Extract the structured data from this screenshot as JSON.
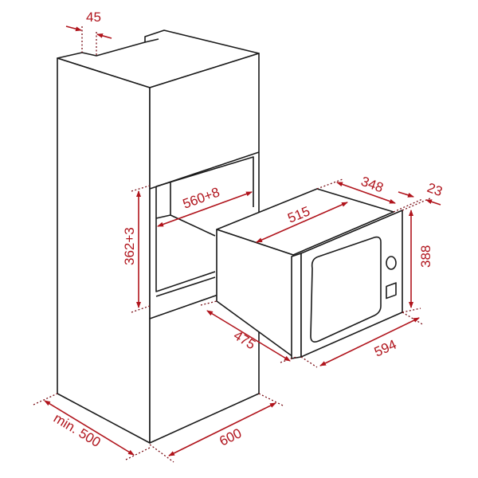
{
  "diagram": {
    "type": "technical-installation-drawing",
    "subject": "built-in microwave in tall cabinet",
    "colors": {
      "outline": "#1a1a1a",
      "dimension": "#b0141c",
      "background": "#ffffff"
    },
    "dimensions": {
      "cabinet_rear_gap": "45",
      "niche_width": "560+8",
      "niche_height": "362+3",
      "cabinet_depth": "min. 500",
      "cabinet_width": "600",
      "appliance_top_depth": "515",
      "appliance_total_depth": "348",
      "front_panel_depth": "23",
      "appliance_height": "388",
      "appliance_body_depth": "475",
      "appliance_width": "594"
    }
  }
}
